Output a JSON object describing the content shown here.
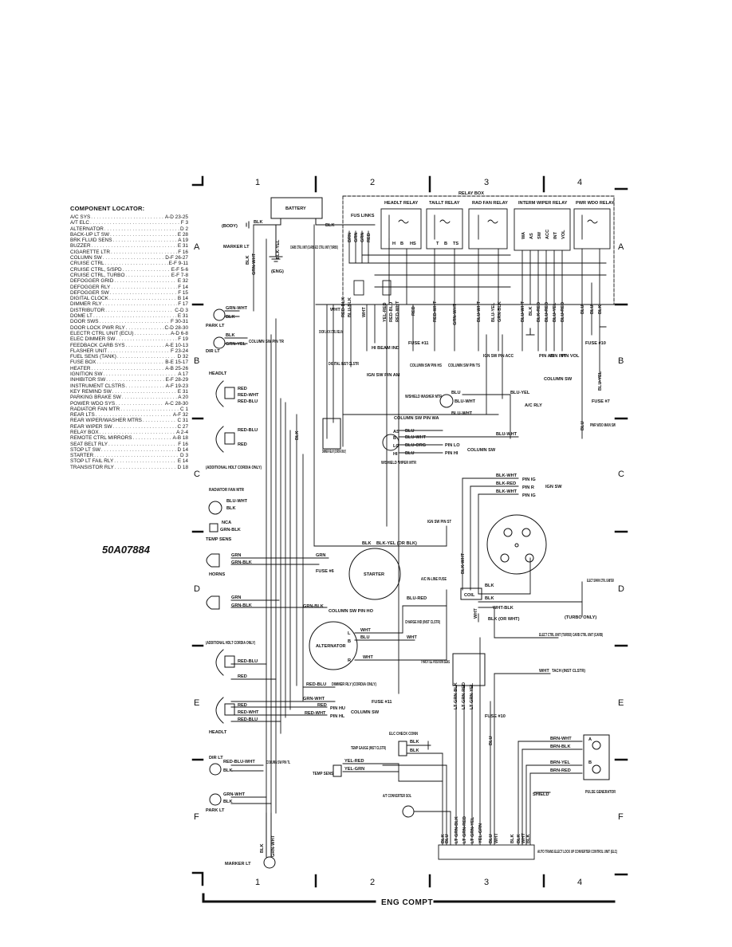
{
  "locator": {
    "title": "COMPONENT LOCATOR:",
    "rows": [
      {
        "name": "A/C SYS",
        "ref": "A-D 23-25"
      },
      {
        "name": "A/T ELC",
        "ref": "F 3"
      },
      {
        "name": "ALTERNATOR",
        "ref": "D 2"
      },
      {
        "name": "BACK-UP LT SW",
        "ref": "E 28"
      },
      {
        "name": "BRK FLUID SENS",
        "ref": "A 19"
      },
      {
        "name": "BUZZER",
        "ref": "E 31"
      },
      {
        "name": "CIGARETTE LTR",
        "ref": "F 16"
      },
      {
        "name": "COLUMN SW",
        "ref": "D-F 26-27"
      },
      {
        "name": "CRUISE CTRL",
        "ref": "E-F 9-11"
      },
      {
        "name": "CRUISE CTRL, 5/SPD",
        "ref": "E-F 5-6"
      },
      {
        "name": "CRUISE CTRL, TURBO",
        "ref": "E-F 7-8"
      },
      {
        "name": "DEFOGGER GRID",
        "ref": "E 32"
      },
      {
        "name": "DEFOGGER RLY",
        "ref": "F 14"
      },
      {
        "name": "DEFOGGER SW",
        "ref": "F 15"
      },
      {
        "name": "DIGITAL CLOCK",
        "ref": "B 14"
      },
      {
        "name": "DIMMER RLY",
        "ref": "F 17"
      },
      {
        "name": "DISTRIBUTOR",
        "ref": "C-D 3"
      },
      {
        "name": "DOME LT",
        "ref": "E 31"
      },
      {
        "name": "DOOR SWS",
        "ref": "F 30-31"
      },
      {
        "name": "DOOR LOCK PWR RLY",
        "ref": "C-D 28-30"
      },
      {
        "name": "ELECTR CTRL UNIT (ECU)",
        "ref": "A-D 6-8"
      },
      {
        "name": "ELEC DIMMER SW",
        "ref": "F 19"
      },
      {
        "name": "FEEDBACK CARB SYS",
        "ref": "A-E 10-13"
      },
      {
        "name": "FLASHER UNIT",
        "ref": "F 23-24"
      },
      {
        "name": "FUEL SENS (TANK)",
        "ref": "D 32"
      },
      {
        "name": "FUSE BOX",
        "ref": "B-E 15-17"
      },
      {
        "name": "HEATER",
        "ref": "A-B 25-26"
      },
      {
        "name": "IGNITION SW",
        "ref": "A 17"
      },
      {
        "name": "INHIBITOR SW",
        "ref": "E-F 28-29"
      },
      {
        "name": "INSTRUMENT CLSTRS",
        "ref": "A-F 19-23"
      },
      {
        "name": "KEY REMIND SW",
        "ref": "E 31"
      },
      {
        "name": "PARKING BRAKE SW",
        "ref": "A 20"
      },
      {
        "name": "POWER WDO SYS",
        "ref": "A-C 28-30"
      },
      {
        "name": "RADIATOR FAN MTR",
        "ref": "C 1"
      },
      {
        "name": "REAR LTS",
        "ref": "A-F 32"
      },
      {
        "name": "REAR WIPER/WASHER MTRS",
        "ref": "C 31"
      },
      {
        "name": "REAR WIPER SW",
        "ref": "C 27"
      },
      {
        "name": "RELAY BOX",
        "ref": "A 2-4"
      },
      {
        "name": "REMOTE CTRL MIRRORS",
        "ref": "A-B 18"
      },
      {
        "name": "SEAT BELT RLY",
        "ref": "F 16"
      },
      {
        "name": "STOP LT SW",
        "ref": "D 14"
      },
      {
        "name": "STARTER",
        "ref": "D 3"
      },
      {
        "name": "STOP LT FAIL RLY",
        "ref": "E 14"
      },
      {
        "name": "TRANSISTOR RLY",
        "ref": "D 18"
      }
    ]
  },
  "diagram_code": "50A07884",
  "footer_label": "ENG COMPT",
  "grid": {
    "columns": [
      "1",
      "2",
      "3",
      "4"
    ],
    "rows": [
      "A",
      "B",
      "C",
      "D",
      "E",
      "F"
    ]
  },
  "labels": {
    "battery": "BATTERY",
    "body": "(BODY)",
    "eng": "(ENG)",
    "relay_box": "RELAY BOX",
    "fus_links": "FUS LINKS",
    "headlt_relay": "HEADLT RELAY",
    "taillt_relay": "TAILLT RELAY",
    "rad_fan_relay": "RAD FAN RELAY",
    "interm_wiper_relay": "INTERM WIPER RELAY",
    "pwr_wdo_relay": "PWR WDO RELAY",
    "carb_ctrl_unit": "CARB CTRL UNIT (CARB) ECI CTRL UNIT (TURBO)",
    "marker_lt": "MARKER LT",
    "park_lt": "PARK LT",
    "dir_lt": "DIR LT",
    "column_sw_pin_tr": "COLUMN SW PIN TR",
    "headlt": "HEADLT",
    "additional_hdlt": "(ADDITIONAL HDLT CORDIA ONLY)",
    "radiator_fan_mtr": "RADIATOR FAN MTR",
    "temp_sens": "TEMP SENS",
    "horns": "HORNS",
    "fuse_6": "FUSE #6",
    "starter": "STARTER",
    "alternator": "ALTERNATOR",
    "door_lock_ctrl_relay": "DOOR LOCK CTRL RELAY",
    "digital_inst_clstr": "DIGITAL INST CLSTR",
    "hi_beam_ind": "HI BEAM IND",
    "ign_sw_pin_am": "IGN SW PIN AM",
    "fuse_11": "FUSE #11",
    "column_sw_pin_hs": "COLUMN SW PIN HS",
    "column_sw_pin_ts": "COLUMN SW PIN TS",
    "ign_sw_pin_acc": "IGN SW PIN ACC",
    "pin_as": "PIN AS",
    "pin_int": "PIN INT",
    "pin_vol": "PIN VOL",
    "column_sw": "COLUMN SW",
    "fuse_10": "FUSE #10",
    "fuse_7": "FUSE #7",
    "pwr_wdo_main_sw": "PWR WDO MAIN SW",
    "w_shield_washer_mtr": "W/SHIELD WASHER MTR",
    "ac_rly": "A/C RLY",
    "column_sw_pin_wa": "COLUMN SW PIN WA",
    "dimmer_relay": "DIMMER RELAY (CORDIA ONLY)",
    "w_shield_wiper_mtr": "W/SHIELD WIPER MTR",
    "pin_lo": "PIN LO",
    "pin_hi": "PIN HI",
    "pin_ig": "PIN IG",
    "pin_r": "PIN R",
    "ign_sw": "IGN SW",
    "ign_sw_pin_st": "IGN SW PIN ST",
    "ac_inline_fuse": "A/C IN-LINE FUSE",
    "column_sw_pin_ho": "COLUMN SW PIN HO",
    "charge_ind": "CHARGE IND (INST CLSTR)",
    "coil": "COIL",
    "elect_spark_ctrl_igniter": "ELECT SPARK CTRL IGNITER",
    "turbo_only": "(TURBO ONLY)",
    "elect_ctrl_unit": "ELECT CTRL UNIT (TURBO) CARB CTRL UNIT (CARB)",
    "throttle_position_sens": "THROTTLE POSITION SENS",
    "tach": "TACH (INST CLSTR)",
    "dimmer_rly_cordia": "DIMMER RLY (CORDIA ONLY)",
    "pin_hu": "PIN HU",
    "pin_hl": "PIN HL",
    "elc_check_conn": "ELC CHECK CONN",
    "temp_gauge": "TEMP GAUGE (INST CLSTR)",
    "at_converter_sol": "A/T CONVERTER SOL",
    "pulse_generator": "PULSE GENERATOR",
    "shield": "SHIELD",
    "column_sw_pin_tl": "COLUMN SW PIN TL",
    "auto_trans_ecu": "AUTO TRANS ELECT LOCK UP CONVERTER CONTROL UNIT (ELC)"
  },
  "wire_colors": {
    "blk": "BLK",
    "blk_yel": "BLK-YEL",
    "grn_wht": "GRN-WHT",
    "grn_yel": "GRN-YEL",
    "red": "RED",
    "red_wht": "RED-WHT",
    "red_blu": "RED-BLU",
    "blu_wht": "BLU-WHT",
    "grn_blk": "GRN-BLK",
    "blu": "BLU",
    "blu_org": "BLU-ORG",
    "blu_yel": "BLU-YEL",
    "grn": "GRN",
    "wht": "WHT",
    "brn": "BRN",
    "yel_red": "YEL-RED",
    "yel_grn": "YEL-GRN",
    "brn_wht": "BRN-WHT",
    "brn_blk": "BRN-BLK",
    "brn_yel": "BRN-YEL",
    "brn_red": "BRN-RED",
    "lt_grn_blk": "LT GRN-BLK",
    "lt_grn_red": "LT GRN-RED",
    "lt_grn_yel": "LT GRN-YEL",
    "blk_wht": "BLK-WHT",
    "blk_red": "BLK-RED",
    "wht_blk": "WHT-BLK",
    "red_blk": "RED-BLK",
    "yel_blk": "YEL-BLK",
    "blu_red": "BLU-RED",
    "grn_red": "GRN-RED",
    "blk_yel_or_blk": "BLK-YEL (OR BLK)",
    "blk_or_wht": "BLK (OR WHT)",
    "nca": "NCA",
    "red_blu_wht": "RED-BLU-WHT",
    "blu_blk": "BLU-BLK"
  },
  "pins": {
    "h": "H",
    "b": "B",
    "hs": "HS",
    "t": "T",
    "ts": "TS",
    "wa": "WA",
    "as": "AS",
    "sw": "SW",
    "acc": "ACC",
    "int": "INT",
    "vol": "VOL",
    "lo": "LO",
    "hi": "HI",
    "l": "L",
    "r": "R",
    "a": "A"
  }
}
